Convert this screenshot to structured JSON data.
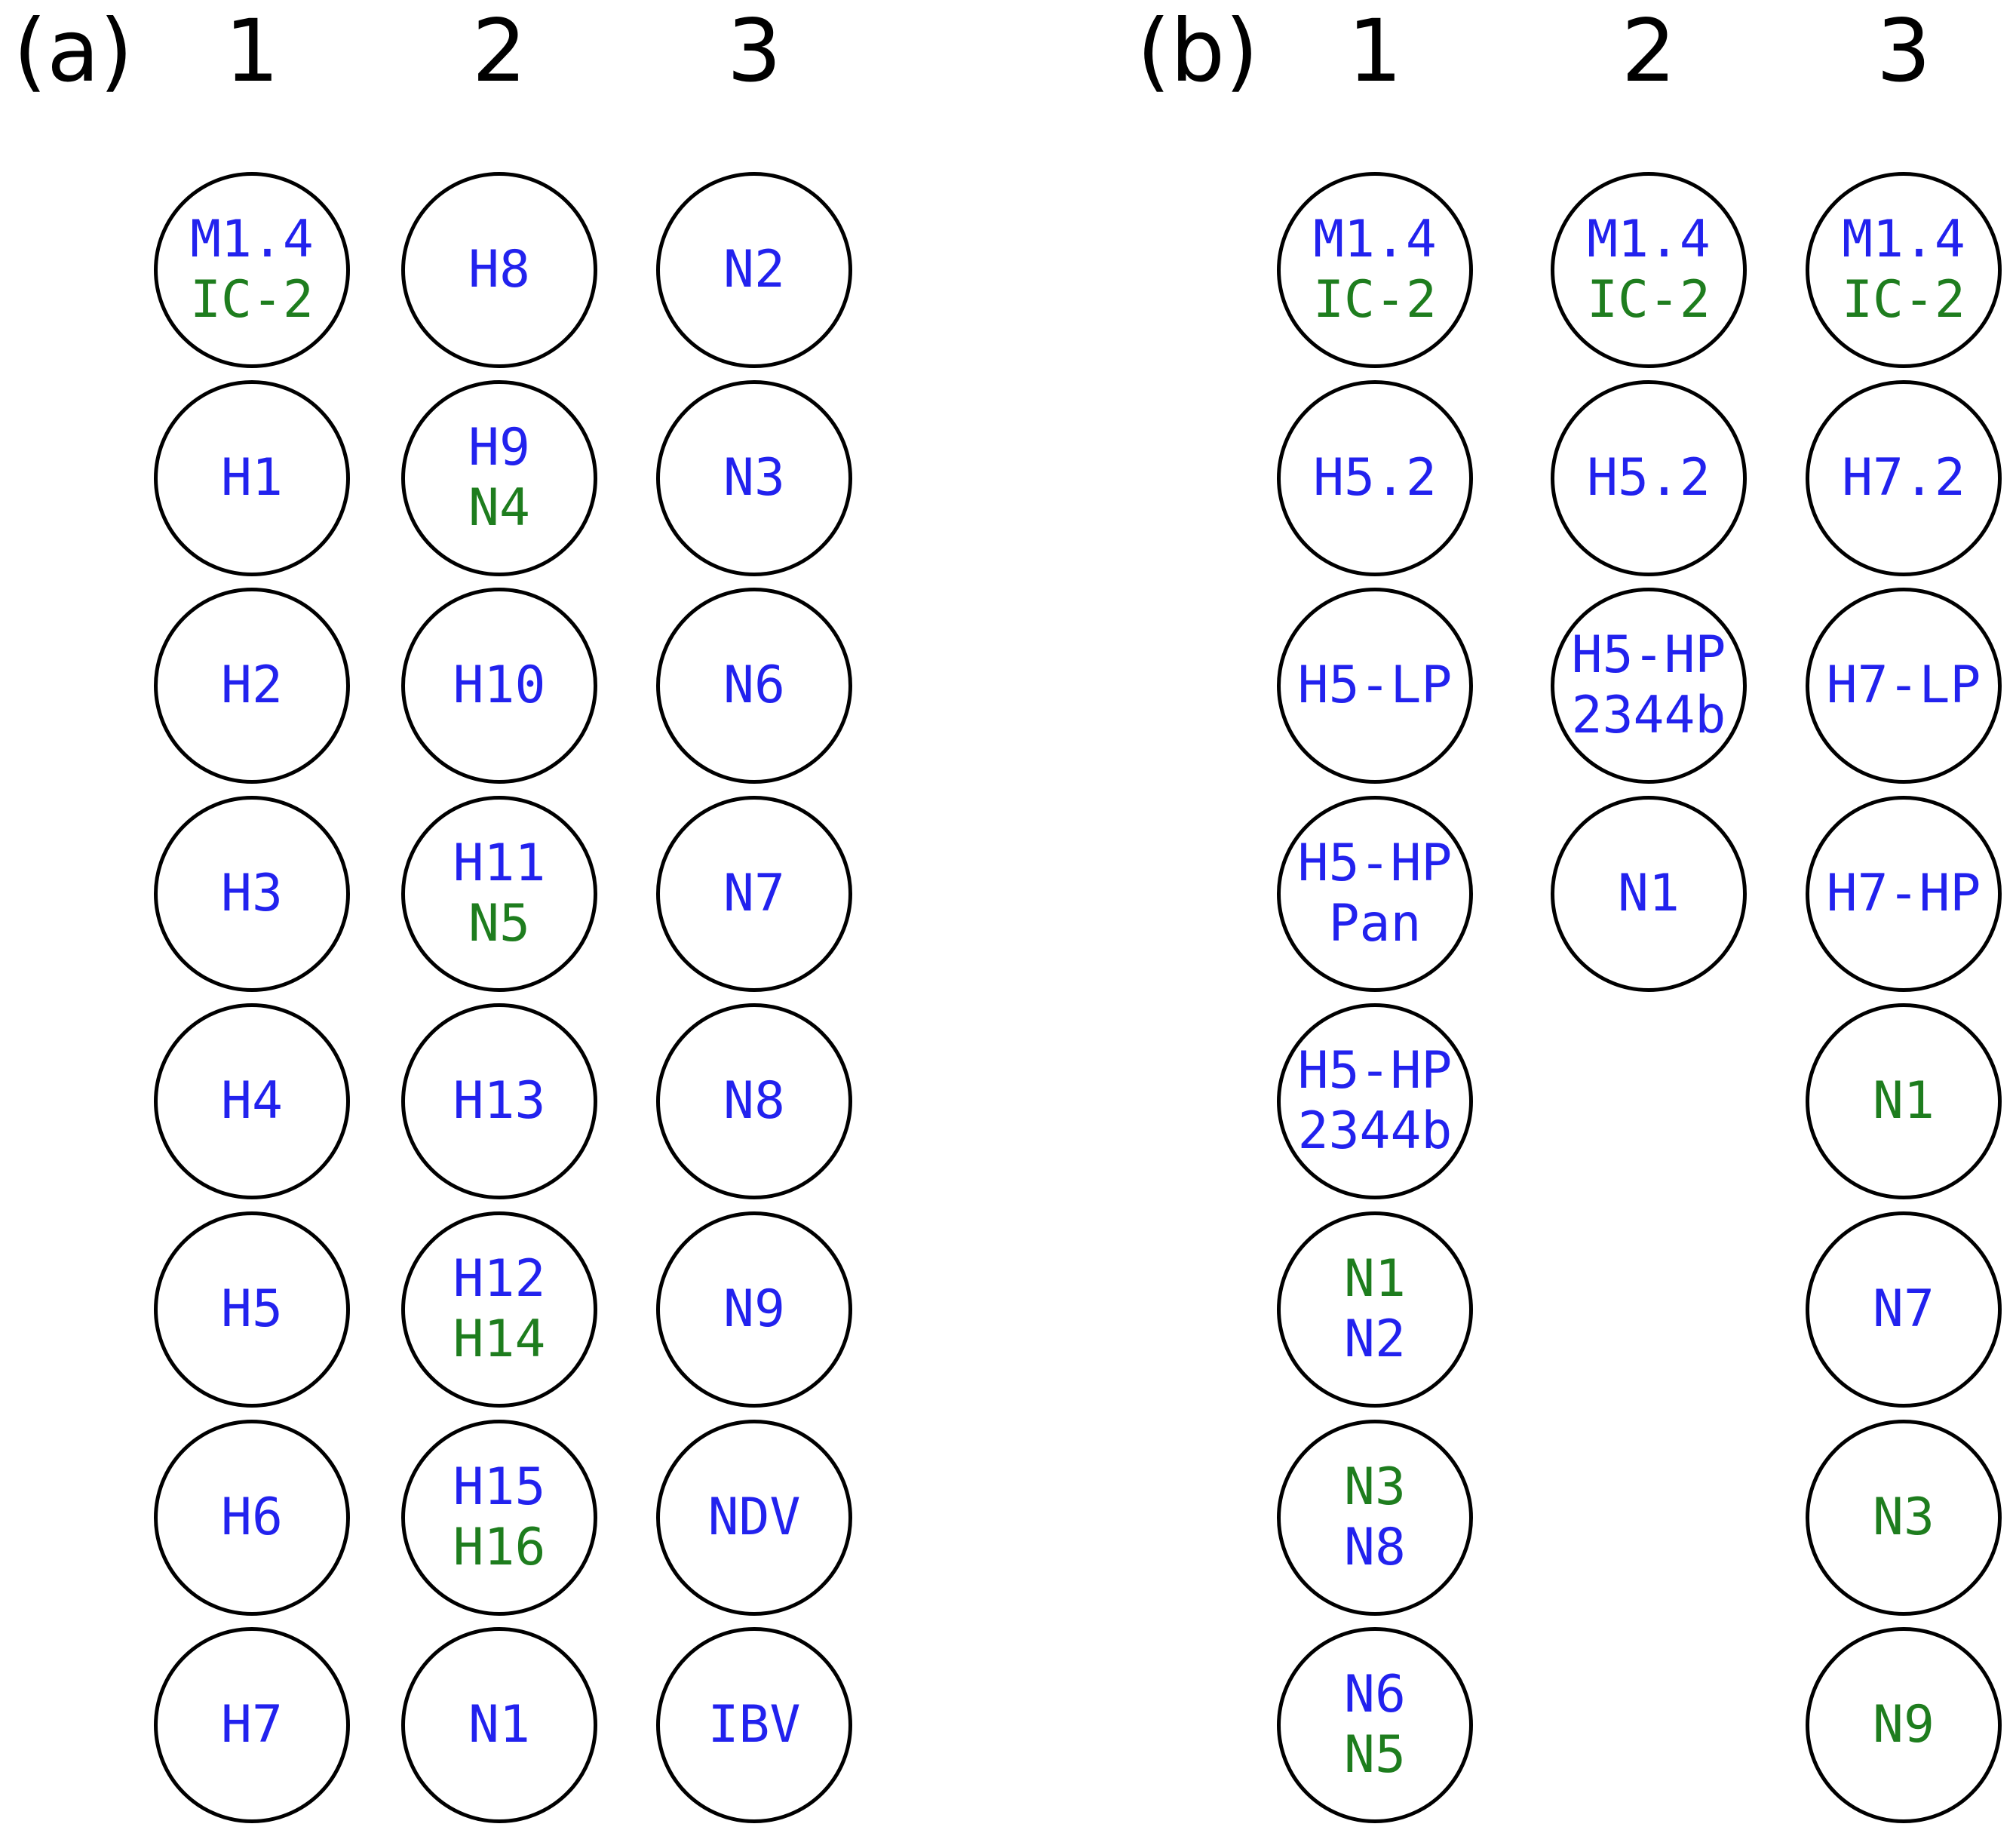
{
  "colors": {
    "blue": "#2222ee",
    "green": "#1e7d1e",
    "circle_outline": "#000000",
    "header_text": "#000000"
  },
  "figure": {
    "panels": [
      {
        "label": "(a)",
        "column_headers": [
          "1",
          "2",
          "3"
        ],
        "columns": [
          {
            "circles": [
              {
                "lines": [
                  {
                    "text": "M1.4",
                    "color": "blue"
                  },
                  {
                    "text": "IC-2",
                    "color": "green"
                  }
                ]
              },
              {
                "lines": [
                  {
                    "text": "H1",
                    "color": "blue"
                  }
                ]
              },
              {
                "lines": [
                  {
                    "text": "H2",
                    "color": "blue"
                  }
                ]
              },
              {
                "lines": [
                  {
                    "text": "H3",
                    "color": "blue"
                  }
                ]
              },
              {
                "lines": [
                  {
                    "text": "H4",
                    "color": "blue"
                  }
                ]
              },
              {
                "lines": [
                  {
                    "text": "H5",
                    "color": "blue"
                  }
                ]
              },
              {
                "lines": [
                  {
                    "text": "H6",
                    "color": "blue"
                  }
                ]
              },
              {
                "lines": [
                  {
                    "text": "H7",
                    "color": "blue"
                  }
                ]
              }
            ]
          },
          {
            "circles": [
              {
                "lines": [
                  {
                    "text": "H8",
                    "color": "blue"
                  }
                ]
              },
              {
                "lines": [
                  {
                    "text": "H9",
                    "color": "blue"
                  },
                  {
                    "text": "N4",
                    "color": "green"
                  }
                ]
              },
              {
                "lines": [
                  {
                    "text": "H10",
                    "color": "blue"
                  }
                ]
              },
              {
                "lines": [
                  {
                    "text": "H11",
                    "color": "blue"
                  },
                  {
                    "text": "N5",
                    "color": "green"
                  }
                ]
              },
              {
                "lines": [
                  {
                    "text": "H13",
                    "color": "blue"
                  }
                ]
              },
              {
                "lines": [
                  {
                    "text": "H12",
                    "color": "blue"
                  },
                  {
                    "text": "H14",
                    "color": "green"
                  }
                ]
              },
              {
                "lines": [
                  {
                    "text": "H15",
                    "color": "blue"
                  },
                  {
                    "text": "H16",
                    "color": "green"
                  }
                ]
              },
              {
                "lines": [
                  {
                    "text": "N1",
                    "color": "blue"
                  }
                ]
              }
            ]
          },
          {
            "circles": [
              {
                "lines": [
                  {
                    "text": "N2",
                    "color": "blue"
                  }
                ]
              },
              {
                "lines": [
                  {
                    "text": "N3",
                    "color": "blue"
                  }
                ]
              },
              {
                "lines": [
                  {
                    "text": "N6",
                    "color": "blue"
                  }
                ]
              },
              {
                "lines": [
                  {
                    "text": "N7",
                    "color": "blue"
                  }
                ]
              },
              {
                "lines": [
                  {
                    "text": "N8",
                    "color": "blue"
                  }
                ]
              },
              {
                "lines": [
                  {
                    "text": "N9",
                    "color": "blue"
                  }
                ]
              },
              {
                "lines": [
                  {
                    "text": "NDV",
                    "color": "blue"
                  }
                ]
              },
              {
                "lines": [
                  {
                    "text": "IBV",
                    "color": "blue"
                  }
                ]
              }
            ]
          }
        ]
      },
      {
        "label": "(b)",
        "column_headers": [
          "1",
          "2",
          "3"
        ],
        "columns": [
          {
            "circles": [
              {
                "lines": [
                  {
                    "text": "M1.4",
                    "color": "blue"
                  },
                  {
                    "text": "IC-2",
                    "color": "green"
                  }
                ]
              },
              {
                "lines": [
                  {
                    "text": "H5.2",
                    "color": "blue"
                  }
                ]
              },
              {
                "lines": [
                  {
                    "text": "H5-LP",
                    "color": "blue"
                  }
                ]
              },
              {
                "lines": [
                  {
                    "text": "H5-HP",
                    "color": "blue"
                  },
                  {
                    "text": "Pan",
                    "color": "blue"
                  }
                ]
              },
              {
                "lines": [
                  {
                    "text": "H5-HP",
                    "color": "blue"
                  },
                  {
                    "text": "2344b",
                    "color": "blue"
                  }
                ]
              },
              {
                "lines": [
                  {
                    "text": "N1",
                    "color": "green"
                  },
                  {
                    "text": "N2",
                    "color": "blue"
                  }
                ]
              },
              {
                "lines": [
                  {
                    "text": "N3",
                    "color": "green"
                  },
                  {
                    "text": "N8",
                    "color": "blue"
                  }
                ]
              },
              {
                "lines": [
                  {
                    "text": "N6",
                    "color": "blue"
                  },
                  {
                    "text": "N5",
                    "color": "green"
                  }
                ]
              }
            ]
          },
          {
            "circles": [
              {
                "lines": [
                  {
                    "text": "M1.4",
                    "color": "blue"
                  },
                  {
                    "text": "IC-2",
                    "color": "green"
                  }
                ]
              },
              {
                "lines": [
                  {
                    "text": "H5.2",
                    "color": "blue"
                  }
                ]
              },
              {
                "lines": [
                  {
                    "text": "H5-HP",
                    "color": "blue"
                  },
                  {
                    "text": "2344b",
                    "color": "blue"
                  }
                ]
              },
              {
                "lines": [
                  {
                    "text": "N1",
                    "color": "blue"
                  }
                ]
              }
            ]
          },
          {
            "circles": [
              {
                "lines": [
                  {
                    "text": "M1.4",
                    "color": "blue"
                  },
                  {
                    "text": "IC-2",
                    "color": "green"
                  }
                ]
              },
              {
                "lines": [
                  {
                    "text": "H7.2",
                    "color": "blue"
                  }
                ]
              },
              {
                "lines": [
                  {
                    "text": "H7-LP",
                    "color": "blue"
                  }
                ]
              },
              {
                "lines": [
                  {
                    "text": "H7-HP",
                    "color": "blue"
                  }
                ]
              },
              {
                "lines": [
                  {
                    "text": "N1",
                    "color": "green"
                  }
                ]
              },
              {
                "lines": [
                  {
                    "text": "N7",
                    "color": "blue"
                  }
                ]
              },
              {
                "lines": [
                  {
                    "text": "N3",
                    "color": "green"
                  }
                ]
              },
              {
                "lines": [
                  {
                    "text": "N9",
                    "color": "green"
                  }
                ]
              }
            ]
          }
        ]
      }
    ]
  }
}
